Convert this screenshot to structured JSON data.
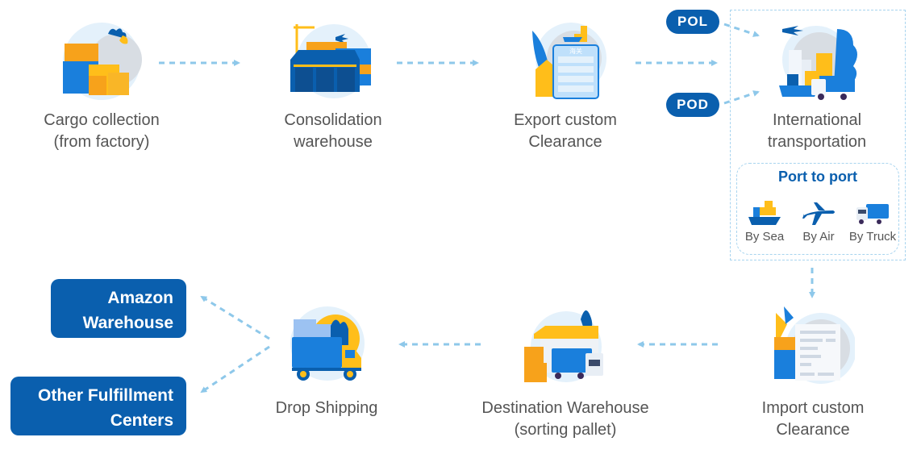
{
  "colors": {
    "brand_blue": "#0a5fae",
    "arrow": "#8ec8ea",
    "orange": "#f7a21b",
    "yellow": "#ffbe1a",
    "mid_blue": "#1a7fdc",
    "light_circle": "#e4f1fb",
    "text": "#555555"
  },
  "steps": [
    {
      "id": "cargo-collection",
      "line1": "Cargo collection",
      "line2": "(from factory)",
      "icon": "containers-globe-icon"
    },
    {
      "id": "consolidation-warehouse",
      "line1": "Consolidation",
      "line2": "warehouse",
      "icon": "warehouse-crane-icon"
    },
    {
      "id": "export-custom-clearance",
      "line1": "Export custom",
      "line2": "Clearance",
      "icon": "customs-document-icon"
    },
    {
      "id": "international-transportation",
      "line1": "International",
      "line2": "transportation",
      "icon": "global-transport-icon"
    },
    {
      "id": "import-custom-clearance",
      "line1": "Import custom",
      "line2": "Clearance",
      "icon": "import-document-icon"
    },
    {
      "id": "destination-warehouse",
      "line1": "Destination Warehouse",
      "line2": "(sorting pallet)",
      "icon": "warehouse-truck-icon"
    },
    {
      "id": "drop-shipping",
      "line1": "Drop Shipping",
      "line2": "",
      "icon": "delivery-truck-icon"
    }
  ],
  "ports": {
    "pol": "POL",
    "pod": "POD"
  },
  "port_to_port": {
    "title": "Port to port",
    "modes": [
      {
        "label": "By Sea",
        "icon": "ship-icon"
      },
      {
        "label": "By Air",
        "icon": "airplane-icon"
      },
      {
        "label": "By Truck",
        "icon": "truck-icon"
      }
    ]
  },
  "destinations": [
    {
      "line1": "Amazon",
      "line2": "Warehouse"
    },
    {
      "line1": "Other Fulfillment",
      "line2": "Centers"
    }
  ]
}
